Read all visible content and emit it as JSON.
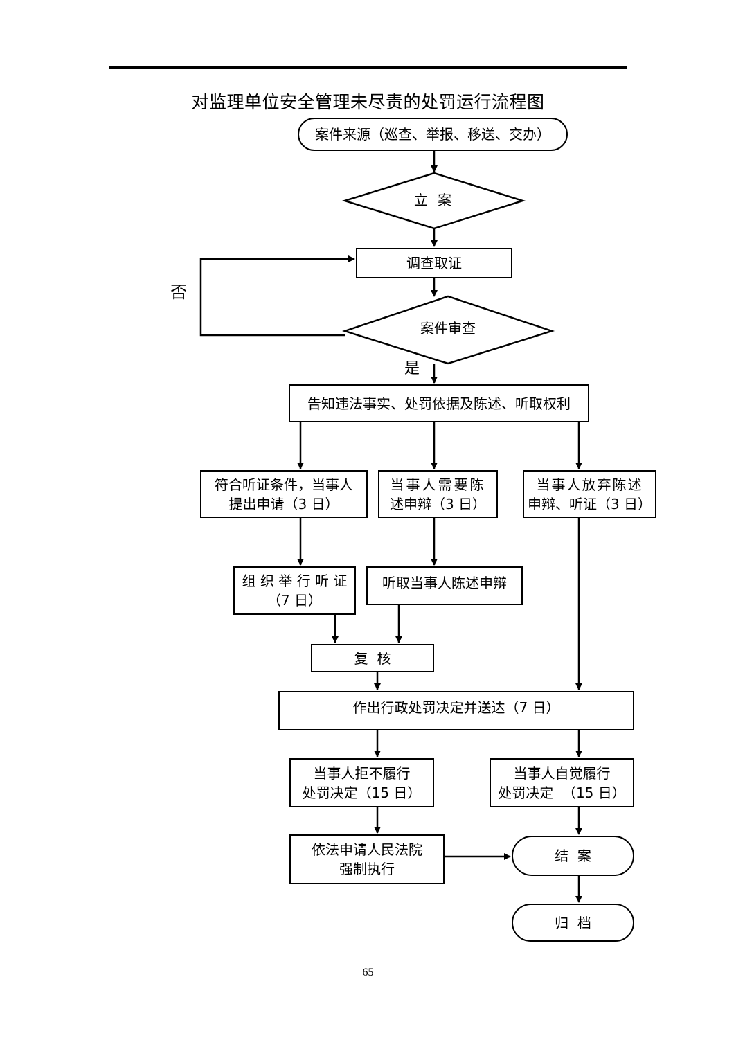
{
  "title": "对监理单位安全管理未尽责的处罚运行流程图",
  "nodes": {
    "source": "案件来源（巡查、举报、移送、交办）",
    "file_case": "立 案",
    "investigate": "调查取证",
    "review": "案件审查",
    "notify": "告知违法事实、处罚依据及陈述、听取权利",
    "hearing_req_1": "符合听证条件，当事人",
    "hearing_req_2": "提出申请（3 日）",
    "statement_need_1": "当事人需要陈",
    "statement_need_2": "述申辩（3 日）",
    "waive_1": "当事人放弃陈述",
    "waive_2": "申辩、听证（3 日）",
    "hold_hearing_1": "组 织 举 行 听 证",
    "hold_hearing_2": "（7 日）",
    "hear_statement": "听取当事人陈述申辩",
    "recheck": "复  核",
    "decision": "作出行政处罚决定并送达（7 日）",
    "refuse_1": "当事人拒不履行",
    "refuse_2": "处罚决定（15 日）",
    "comply_1": "当事人自觉履行",
    "comply_2": "处罚决定  （15 日）",
    "enforce_1": "依法申请人民法院",
    "enforce_2": "强制执行",
    "close": "结  案",
    "archive": "归  档"
  },
  "labels": {
    "no": "否",
    "yes": "是"
  },
  "page_number": "65"
}
